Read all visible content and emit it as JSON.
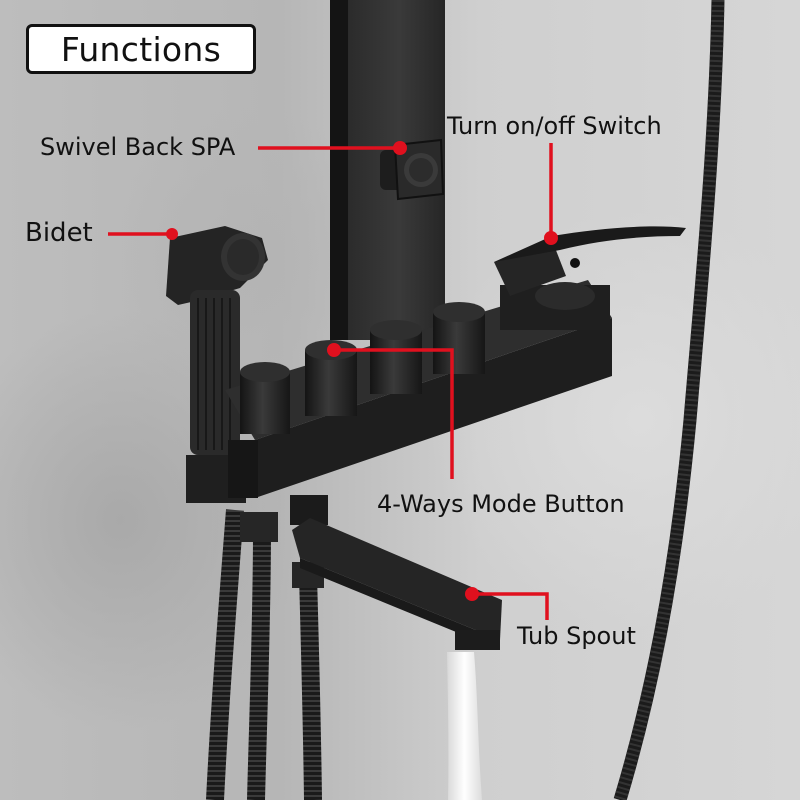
{
  "title": "Functions",
  "callouts": [
    {
      "id": "swivel-back-spa",
      "label": "Swivel Back SPA"
    },
    {
      "id": "bidet",
      "label": "Bidet"
    },
    {
      "id": "turn-on-off-switch",
      "label": "Turn on/off Switch"
    },
    {
      "id": "four-ways-mode-button",
      "label": "4-Ways Mode Button"
    },
    {
      "id": "tub-spout",
      "label": "Tub Spout"
    }
  ],
  "colors": {
    "callout_line": "#e0101e",
    "fixture": "#1e1e1e",
    "wall": "#c4c4c4",
    "title_border": "#111111",
    "title_bg": "#ffffff"
  }
}
